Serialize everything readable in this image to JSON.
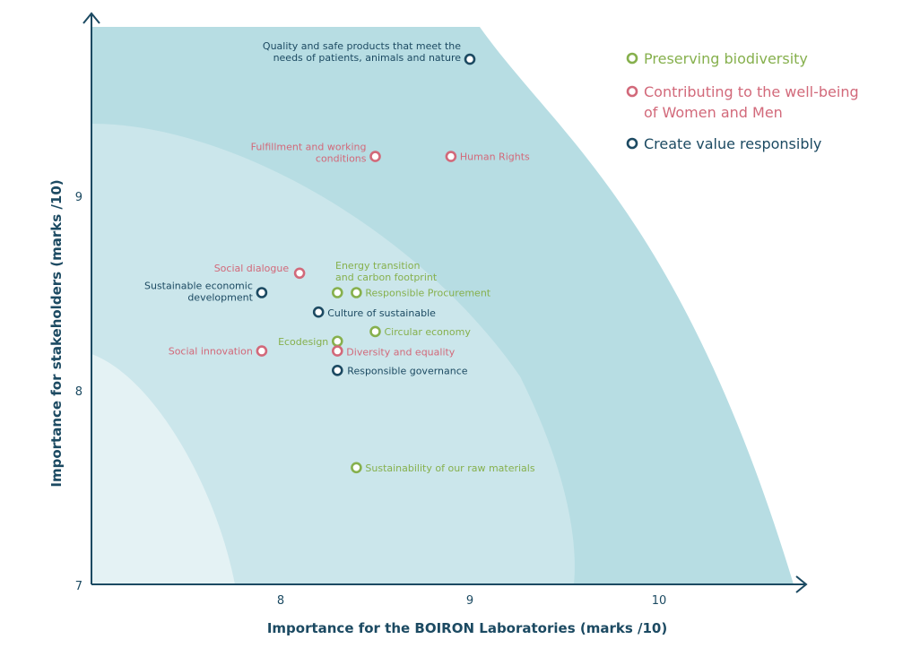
{
  "colors": {
    "biodiversity": "#86b04d",
    "wellbeing": "#d2697a",
    "value": "#1c4a62",
    "band_outer": "#b7dde3",
    "band_middle": "#cbe6eb",
    "band_inner": "#e4f2f4",
    "axis": "#1c4a62"
  },
  "chart_data": {
    "type": "scatter",
    "title": "",
    "xlabel": "Importance for the BOIRON Laboratories (marks /10)",
    "ylabel": "Importance for stakeholders (marks /10)",
    "xlim": [
      7,
      10.8
    ],
    "ylim": [
      7,
      9.95
    ],
    "x_ticks": [
      "8",
      "9",
      "10"
    ],
    "y_ticks": [
      "7",
      "8",
      "9"
    ],
    "grid": false,
    "legend_position": "top-right",
    "series": [
      {
        "name": "Preserving biodiversity",
        "color_key": "biodiversity",
        "points": [
          {
            "x": 8.3,
            "y": 8.5,
            "label": ""
          },
          {
            "x": 8.4,
            "y": 8.5,
            "label": "Responsible Procurement"
          },
          {
            "x": 8.5,
            "y": 8.3,
            "label": "Circular economy"
          },
          {
            "x": 8.3,
            "y": 8.25,
            "label": "Ecodesign"
          },
          {
            "x": 8.4,
            "y": 7.6,
            "label": "Sustainability of our raw materials"
          }
        ]
      },
      {
        "name": "Contributing to the well-being of Women and Men",
        "color_key": "wellbeing",
        "points": [
          {
            "x": 8.5,
            "y": 9.2,
            "label": "Fulfillment and working conditions"
          },
          {
            "x": 8.9,
            "y": 9.2,
            "label": "Human Rights"
          },
          {
            "x": 8.1,
            "y": 8.6,
            "label": "Social dialogue"
          },
          {
            "x": 7.9,
            "y": 8.2,
            "label": "Social innovation"
          },
          {
            "x": 8.3,
            "y": 8.2,
            "label": "Diversity and equality"
          }
        ]
      },
      {
        "name": "Create value responsibly",
        "color_key": "value",
        "points": [
          {
            "x": 9.0,
            "y": 9.7,
            "label": "Quality and safe products that meet the needs of patients, animals and nature"
          },
          {
            "x": 7.9,
            "y": 8.5,
            "label": "Sustainable economic development"
          },
          {
            "x": 8.2,
            "y": 8.4,
            "label": "Culture of sustainable"
          },
          {
            "x": 8.3,
            "y": 8.1,
            "label": "Responsible governance"
          }
        ]
      }
    ],
    "annotations": [
      {
        "text": "Energy transition and carbon footprint",
        "color_key": "biodiversity"
      }
    ]
  },
  "legend": [
    {
      "lines": [
        "Preserving biodiversity"
      ],
      "color_key": "biodiversity"
    },
    {
      "lines": [
        "Contributing to the well-being",
        "of Women and Men"
      ],
      "color_key": "wellbeing"
    },
    {
      "lines": [
        "Create value responsibly"
      ],
      "color_key": "value"
    }
  ]
}
